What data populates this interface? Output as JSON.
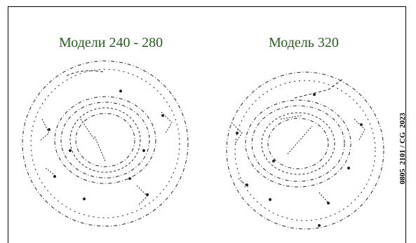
{
  "figure": {
    "left_label": "Модели 240 - 280",
    "right_label": "Модель 320",
    "doc_code": "0805_2101 / CG_2023"
  },
  "icons": {
    "left": "heat-exchanger-casting-outline",
    "right": "heat-exchanger-casting-outline"
  }
}
